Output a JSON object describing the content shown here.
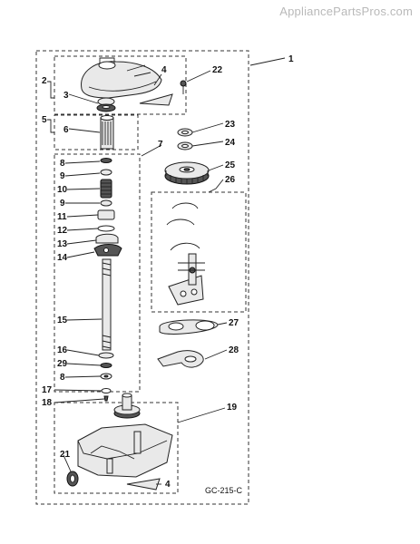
{
  "watermark": "AppliancePartsPros.com",
  "diagram_code": "GC-215-C",
  "callouts": {
    "c1": "1",
    "c2": "2",
    "c3": "3",
    "c4a": "4",
    "c4b": "4",
    "c5": "5",
    "c6": "6",
    "c7": "7",
    "c8a": "8",
    "c8b": "8",
    "c9a": "9",
    "c9b": "9",
    "c10": "10",
    "c11": "11",
    "c12": "12",
    "c13": "13",
    "c14": "14",
    "c15": "15",
    "c16": "16",
    "c17": "17",
    "c18": "18",
    "c19": "19",
    "c21": "21",
    "c22": "22",
    "c23": "23",
    "c24": "24",
    "c25": "25",
    "c26": "26",
    "c27": "27",
    "c28": "28",
    "c29": "29"
  },
  "icons": {
    "cover": "gearcase-cover-drawing",
    "gear": "drive-gear-drawing",
    "shaft": "agitator-shaft-drawing",
    "housing": "gearcase-housing-drawing"
  }
}
